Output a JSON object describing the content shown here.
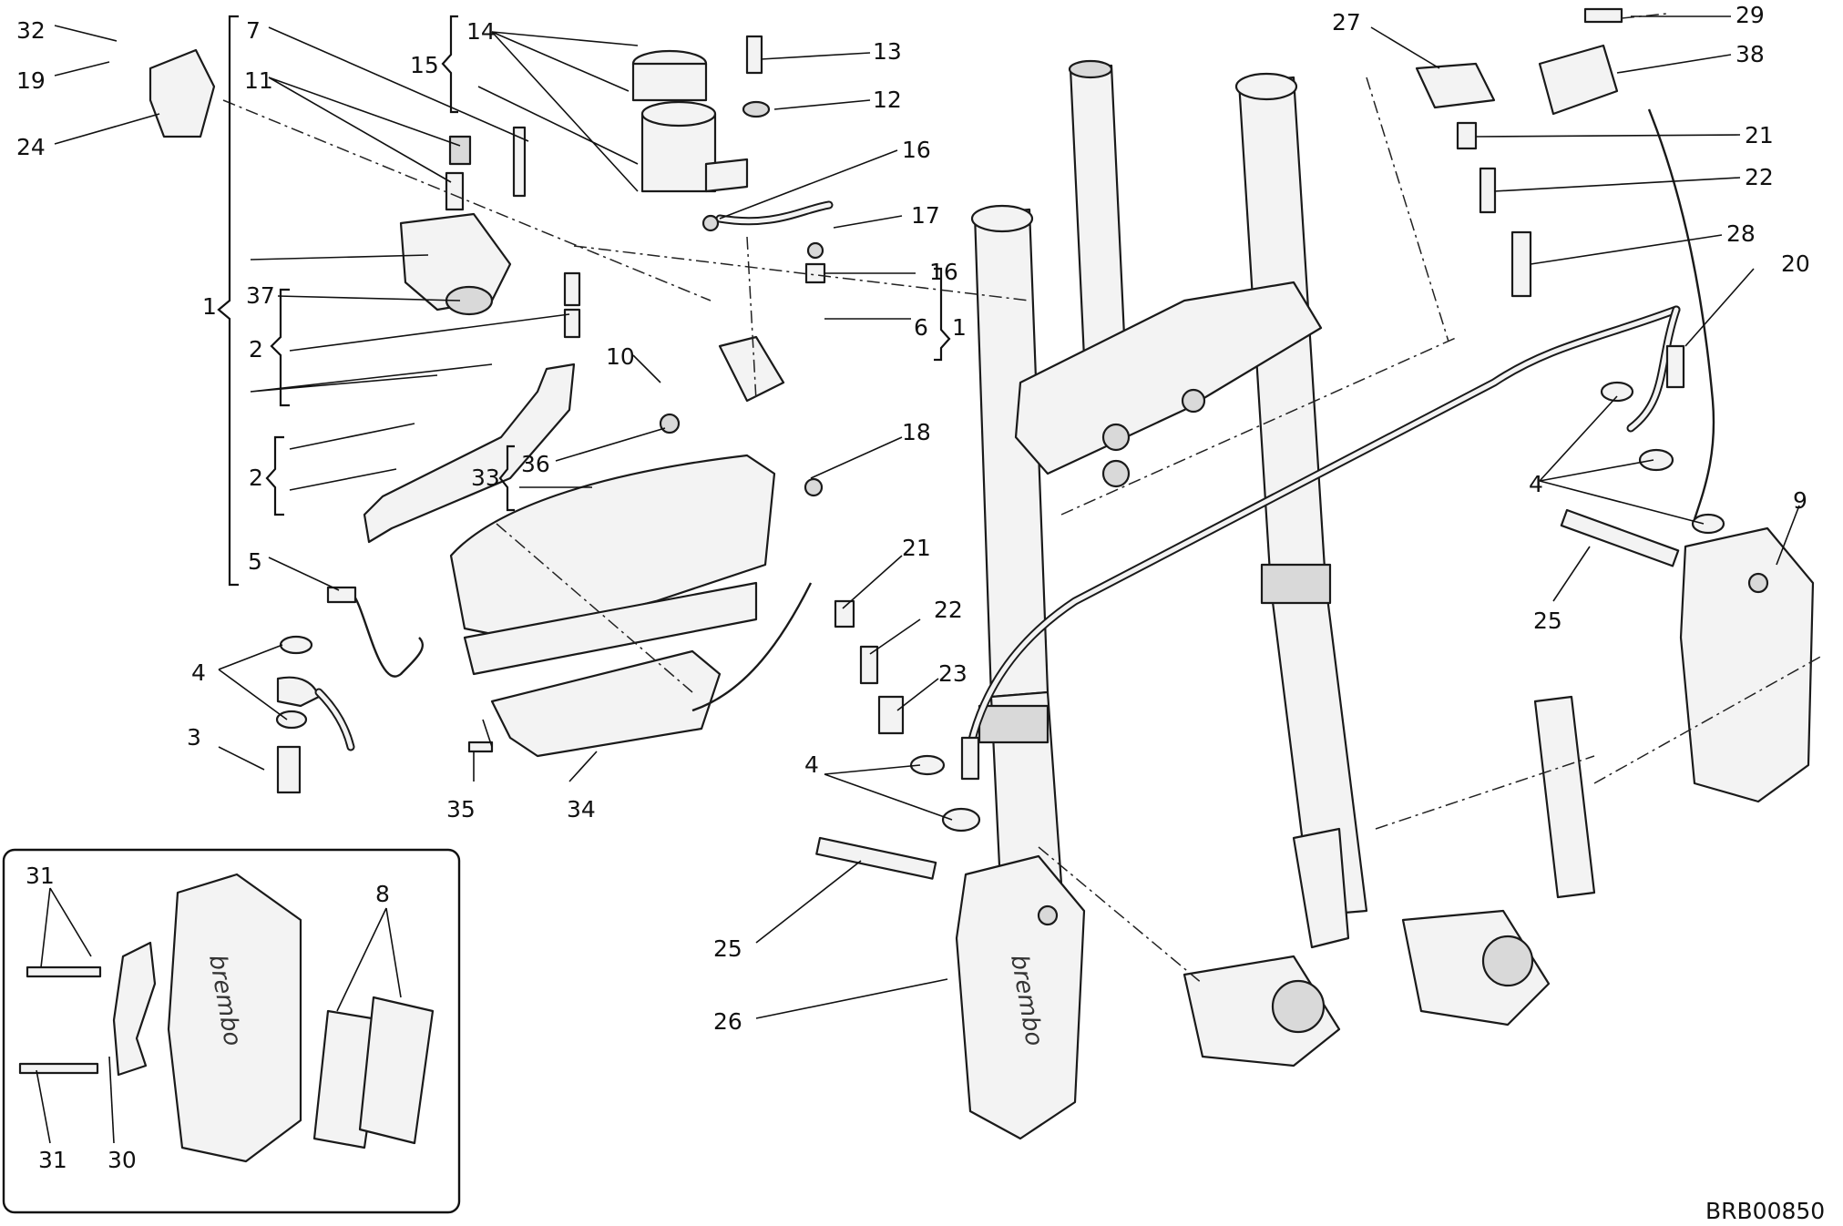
{
  "diagram": {
    "drawing_code": "BRB00850",
    "brand_marking": "brembo",
    "callouts": {
      "c1a": "1",
      "c1b": "1",
      "c2a": "2",
      "c2b": "2",
      "c3": "3",
      "c4a": "4",
      "c4b": "4",
      "c4c": "4",
      "c5": "5",
      "c6": "6",
      "c7": "7",
      "c8": "8",
      "c9": "9",
      "c10": "10",
      "c11": "11",
      "c12": "12",
      "c13": "13",
      "c14": "14",
      "c15": "15",
      "c16a": "16",
      "c16b": "16",
      "c17": "17",
      "c18": "18",
      "c19": "19",
      "c20": "20",
      "c21a": "21",
      "c21b": "21",
      "c22a": "22",
      "c22b": "22",
      "c23": "23",
      "c24": "24",
      "c25a": "25",
      "c25b": "25",
      "c26": "26",
      "c27": "27",
      "c28": "28",
      "c29": "29",
      "c30": "30",
      "c31a": "31",
      "c31b": "31",
      "c32": "32",
      "c33": "33",
      "c34": "34",
      "c35": "35",
      "c36": "36",
      "c37": "37",
      "c38": "38"
    }
  }
}
